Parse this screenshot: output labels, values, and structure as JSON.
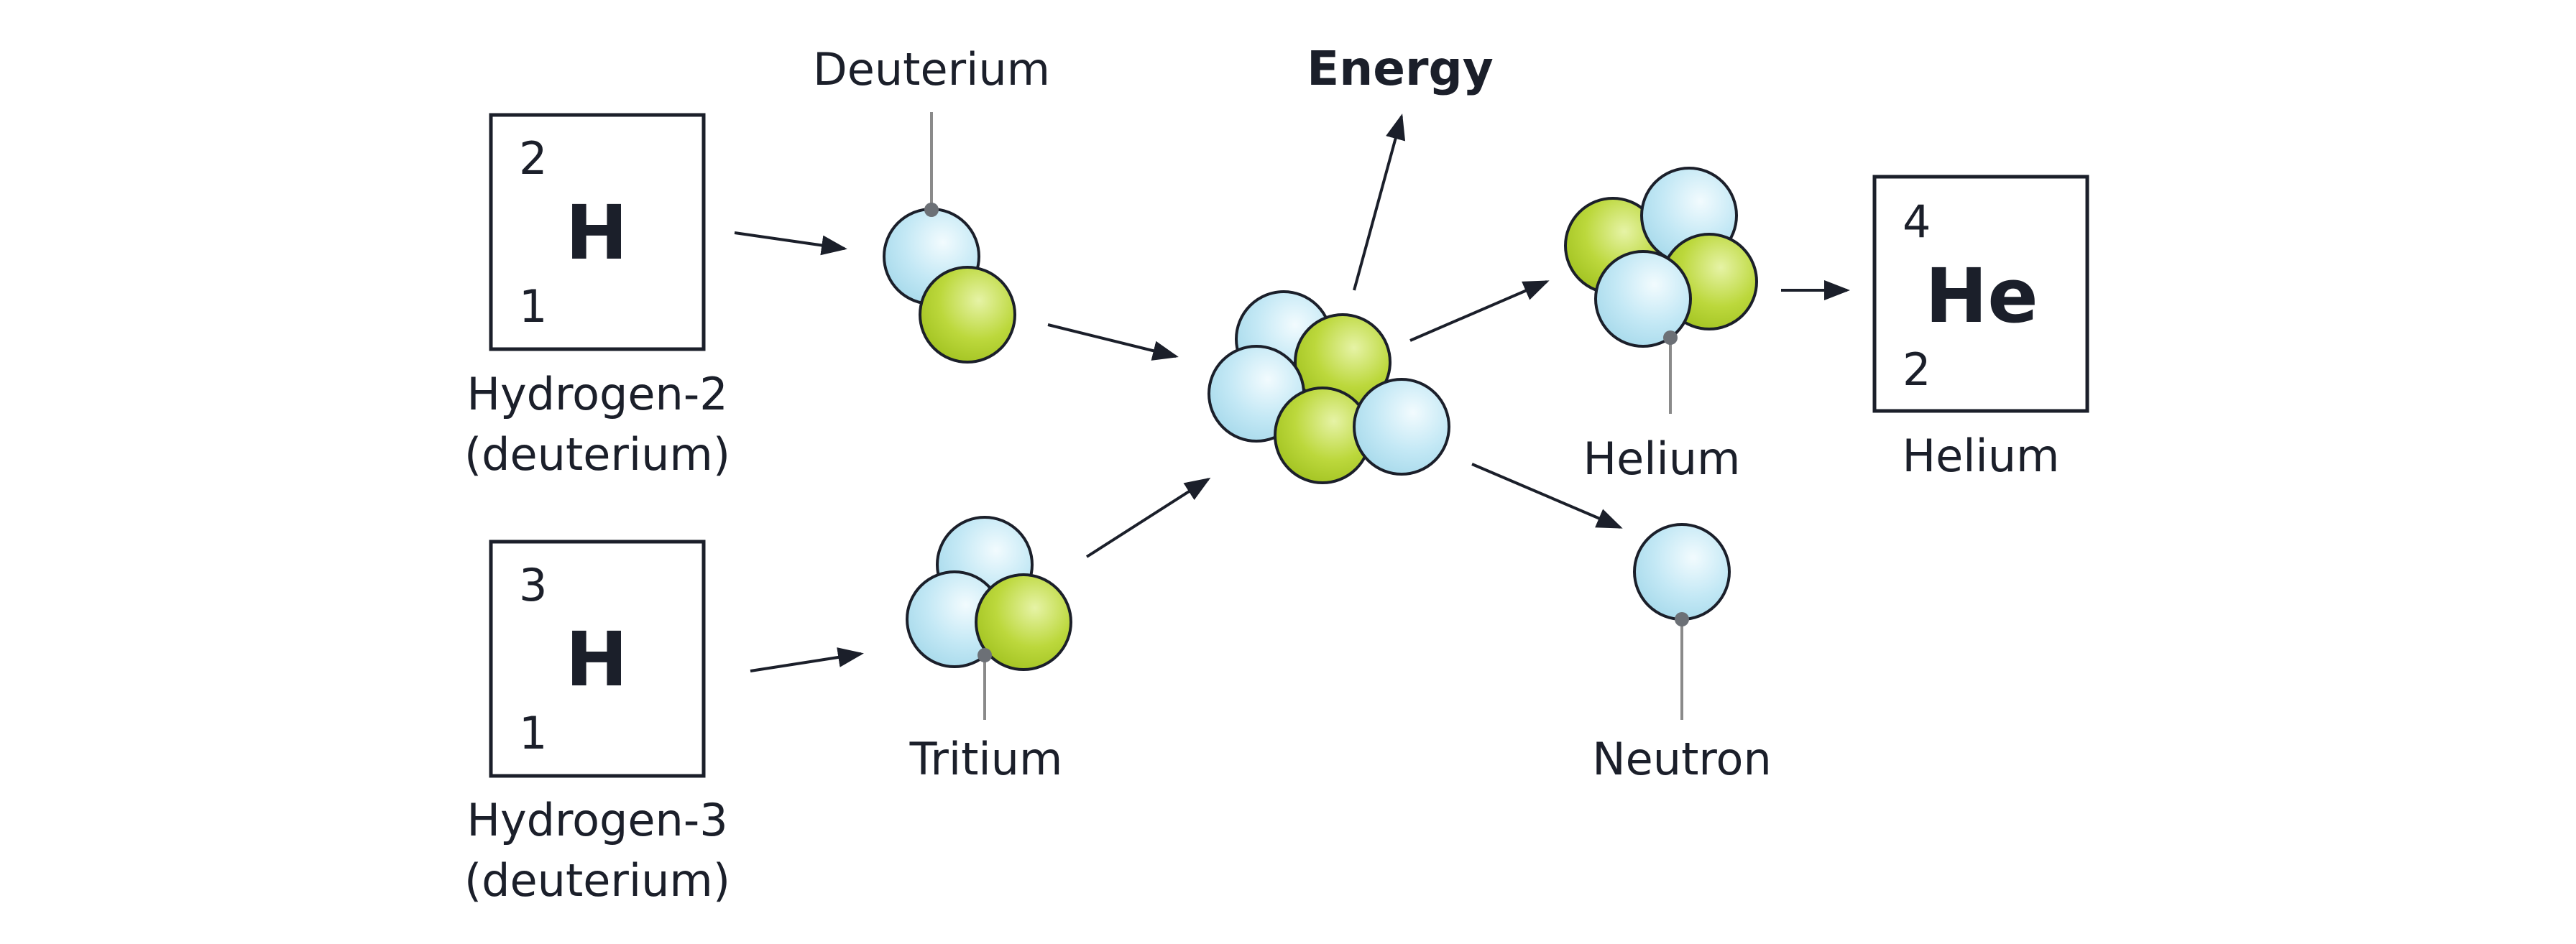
{
  "colors": {
    "neutron": "#bfe6f3",
    "proton": "#b5d332",
    "ink": "#1b1f2a",
    "leader": "#8a8a8a"
  },
  "elements": {
    "h2": {
      "mass": "2",
      "symbol": "H",
      "atomic": "1",
      "caption_line1": "Hydrogen-2",
      "caption_line2": "(deuterium)"
    },
    "h3": {
      "mass": "3",
      "symbol": "H",
      "atomic": "1",
      "caption_line1": "Hydrogen-3",
      "caption_line2": "(deuterium)"
    },
    "he": {
      "mass": "4",
      "symbol": "He",
      "atomic": "2",
      "caption": "Helium"
    }
  },
  "labels": {
    "deuterium": "Deuterium",
    "tritium": "Tritium",
    "energy": "Energy",
    "helium": "Helium",
    "neutron": "Neutron"
  }
}
